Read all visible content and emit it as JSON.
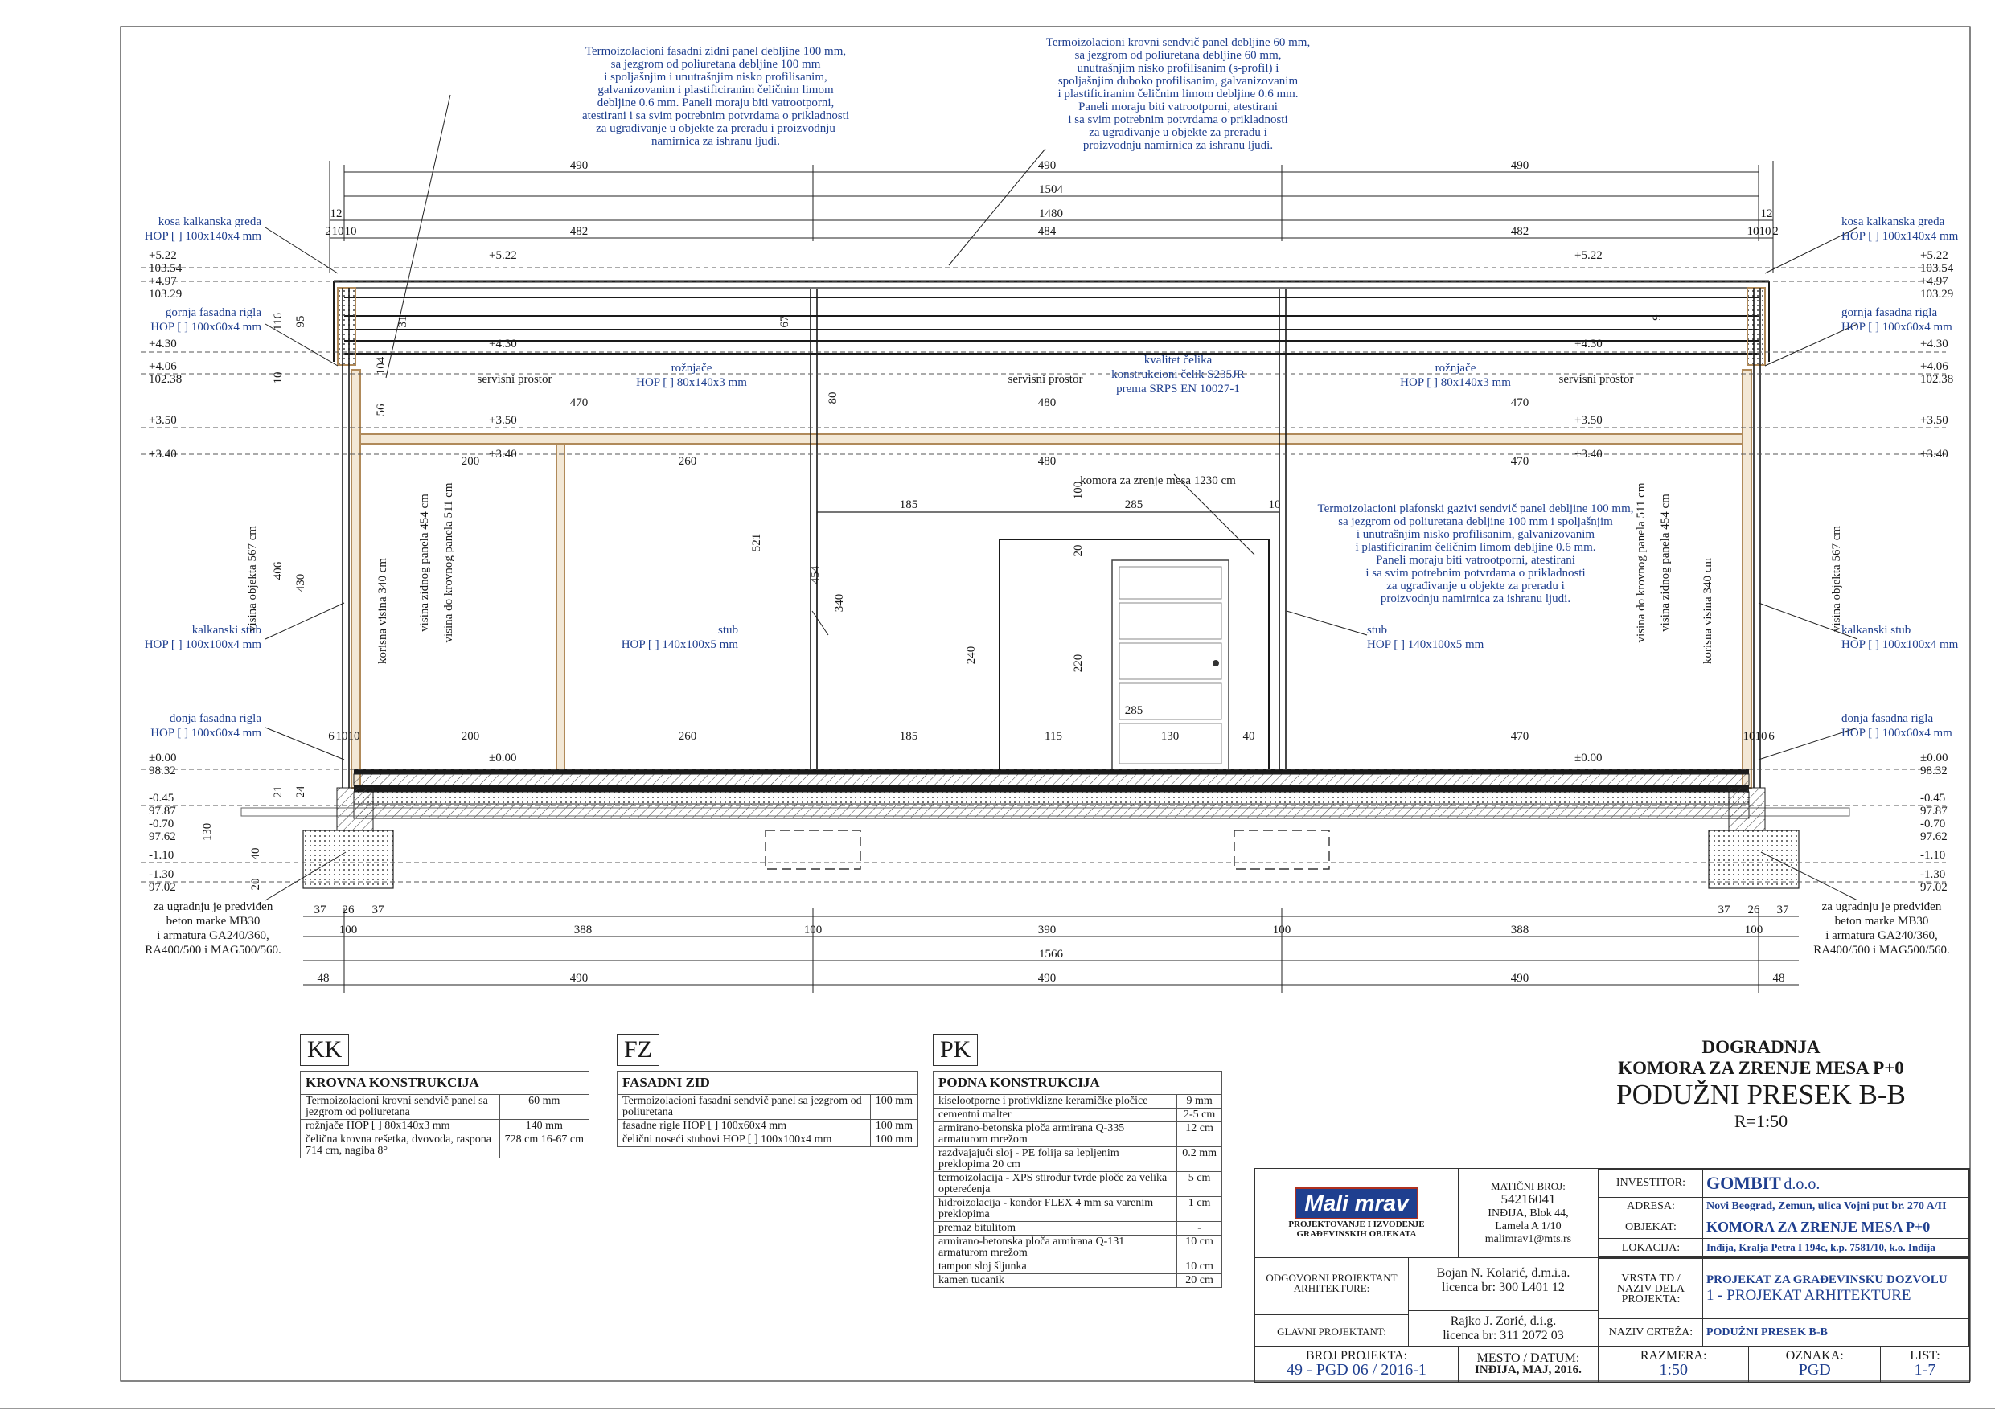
{
  "notes": {
    "wall_panel": [
      "Termoizolacioni fasadni zidni panel debljine 100 mm,",
      "sa jezgrom od poliuretana debljine 100 mm",
      "i spoljašnjim i unutrašnjim nisko profilisanim,",
      "galvanizovanim i plastificiranim čeličnim limom",
      "debljine 0.6 mm. Paneli moraju biti vatrootporni,",
      "atestirani i sa svim potrebnim potvrdama o prikladnosti",
      "za ugrađivanje u objekte za preradu i proizvodnju",
      "namirnica za ishranu ljudi."
    ],
    "roof_panel": [
      "Termoizolacioni krovni sendvič panel debljine 60 mm,",
      "sa jezgrom od poliuretana debljine 60 mm,",
      "unutrašnjim nisko profilisanim (s-profil) i",
      "spoljašnjim duboko profilisanim, galvanizovanim",
      "i plastificiranim čeličnim limom debljine 0.6 mm.",
      "Paneli moraju biti vatrootporni, atestirani",
      "i sa svim potrebnim potvrdama o prikladnosti",
      "za ugrađivanje u objekte za preradu i",
      "proizvodnju namirnica za ishranu ljudi."
    ],
    "ceiling_panel": [
      "Termoizolacioni plafonski gazivi sendvič panel debljine 100 mm,",
      "sa jezgrom od poliuretana debljine 100 mm i spoljašnjim",
      "i unutrašnjim nisko profilisanim, galvanizovanim",
      "i plastificiranim čeličnim limom debljine 0.6 mm.",
      "Paneli moraju biti vatrootporni, atestirani",
      "i sa svim potrebnim potvrdama o prikladnosti",
      "za ugrađivanje u objekte za preradu i",
      "proizvodnju namirnica za ishranu ljudi."
    ]
  },
  "labels": {
    "kosa_l1": "kosa kalkanska greda",
    "kosa_l2": "HOP [ ] 100x140x4 mm",
    "gornja_l1": "gornja fasadna rigla",
    "gornja_l2": "HOP [  ] 100x60x4 mm",
    "kalk_l1": "kalkanski stub",
    "kalk_l2": "HOP [ ] 100x100x4 mm",
    "donja_l1": "donja fasadna rigla",
    "donja_l2": "HOP [  ] 100x60x4 mm",
    "beton": [
      "za ugradnju je predviđen",
      "beton marke MB30",
      "i armatura GA240/360,",
      "RA400/500 i MAG500/560."
    ],
    "servisni": "servisni prostor",
    "roznjace_l1": "rožnjače",
    "roznjace_l2": "HOP [ ] 80x140x3 mm",
    "celik": [
      "kvalitet čelika",
      "konstrukcioni čelik S235JR",
      "prema SRPS EN 10027-1"
    ],
    "komora": "komora za zrenje mesa 1230 cm",
    "stub_l1": "stub",
    "stub_l2": "HOP [ ] 140x100x5 mm",
    "vis_objekta": "visina objekta 567 cm",
    "vis_zidnog": "visina zidnog panela 454 cm",
    "vis_krovnog": "visina do krovnog panela 511 cm",
    "korisna": "korisna visina 340 cm"
  },
  "levels": {
    "left_top": [
      "+5.22",
      "103.54",
      "+4.97",
      "103.29"
    ],
    "left_mid": [
      "+4.30",
      "+4.06",
      "102.38"
    ],
    "l350": "+3.50",
    "l340": "+3.40",
    "left_low": [
      "±0.00",
      "98.32"
    ],
    "left_base": [
      "-0.45",
      "97.87",
      "-0.70",
      "97.62"
    ],
    "left_foot": [
      "-1.10",
      "-1.30",
      "97.02"
    ],
    "inner": [
      "+5.22",
      "+4.30",
      "+3.50",
      "+3.40",
      "±0.00"
    ]
  },
  "dims": {
    "top_row1": [
      "490",
      "490",
      "490"
    ],
    "total_1504": "1504",
    "total_1480": "1480",
    "top_12": "12",
    "top_row3": [
      "482",
      "484",
      "482"
    ],
    "top_small": [
      "2",
      "10",
      "10",
      "10",
      "10",
      "2"
    ],
    "row_470": [
      "470",
      "480",
      "470"
    ],
    "row_200": [
      "200",
      "260",
      "480",
      "470"
    ],
    "row_185": [
      "185",
      "285",
      "10"
    ],
    "row_floor": [
      "200",
      "260",
      "185",
      "115",
      "130",
      "40",
      "470"
    ],
    "door_285": "285",
    "vert": [
      "116",
      "95",
      "31",
      "67",
      "9",
      "10",
      "104",
      "80",
      "56",
      "521",
      "454",
      "430",
      "406",
      "340",
      "240",
      "220",
      "100",
      "20",
      "21",
      "24",
      "130",
      "40",
      "20"
    ],
    "bottom_row1": [
      "37",
      "26",
      "37",
      "37",
      "26",
      "37"
    ],
    "bottom_row2": [
      "100",
      "388",
      "100",
      "390",
      "100",
      "388",
      "100"
    ],
    "bottom_total": "1566",
    "bottom_row3": [
      "48",
      "490",
      "490",
      "490",
      "48"
    ],
    "edge_small": [
      "6",
      "10",
      "10",
      "10",
      "10",
      "6"
    ]
  },
  "legend_kk": {
    "code": "KK",
    "title": "KROVNA KONSTRUKCIJA",
    "rows": [
      {
        "desc": "Termoizolacioni krovni sendvič panel sa jezgrom od poliuretana",
        "val": "60 mm"
      },
      {
        "desc": "rožnjače HOP [ ] 80x140x3 mm",
        "val": "140 mm"
      },
      {
        "desc": "čelična krovna rešetka, dvovoda, raspona 714 cm, nagiba 8°",
        "val": "728 cm 16-67 cm"
      }
    ]
  },
  "legend_fz": {
    "code": "FZ",
    "title": "FASADNI ZID",
    "rows": [
      {
        "desc": "Termoizolacioni fasadni sendvič panel sa jezgrom od poliuretana",
        "val": "100 mm"
      },
      {
        "desc": "fasadne rigle HOP [ ] 100x60x4 mm",
        "val": "100 mm"
      },
      {
        "desc": "čelični noseći stubovi HOP [ ] 100x100x4 mm",
        "val": "100 mm"
      }
    ]
  },
  "legend_pk": {
    "code": "PK",
    "title": "PODNA KONSTRUKCIJA",
    "rows": [
      {
        "desc": "kiselootporne i protivklizne keramičke pločice",
        "val": "9 mm"
      },
      {
        "desc": "cementni malter",
        "val": "2-5 cm"
      },
      {
        "desc": "armirano-betonska ploča armirana Q-335 armaturom mrežom",
        "val": "12 cm"
      },
      {
        "desc": "razdvajajući sloj - PE folija sa lepljenim preklopima 20 cm",
        "val": "0.2 mm"
      },
      {
        "desc": "termoizolacija - XPS stirodur tvrde ploče za velika opterećenja",
        "val": "5 cm"
      },
      {
        "desc": "hidroizolacija - kondor FLEX 4 mm sa varenim preklopima",
        "val": "1 cm"
      },
      {
        "desc": "premaz bitulitom",
        "val": "-"
      },
      {
        "desc": "armirano-betonska ploča armirana Q-131 armaturom mrežom",
        "val": "10 cm"
      },
      {
        "desc": "tampon sloj šljunka",
        "val": "10 cm"
      },
      {
        "desc": "kamen tucanik",
        "val": "20 cm"
      }
    ]
  },
  "drawing_title": {
    "l1": "DOGRADNJA",
    "l2": "KOMORA ZA ZRENJE MESA P+0",
    "l3": "PODUŽNI PRESEK B-B",
    "l4": "R=1:50"
  },
  "titleblock": {
    "logo": "Mali mrav",
    "company_l1": "PROJEKTOVANJE I IZVOĐENJE",
    "company_l2": "GRAĐEVINSKIH OBJEKATA",
    "mb_label": "MATIČNI BROJ:",
    "mb": "54216041",
    "addr_l1": "INĐIJA, Blok 44,",
    "addr_l2": "Lamela A 1/10",
    "email": "malimrav1@mts.rs",
    "odg_label": "ODGOVORNI PROJEKTANT ARHITEKTURE:",
    "odg_name": "Bojan N. Kolarić, d.m.i.a.",
    "odg_lic": "licenca br: 300 L401 12",
    "glavni_label": "GLAVNI PROJEKTANT:",
    "glavni_name": "Rajko J. Zorić, d.i.g.",
    "glavni_lic": "licenca br: 311 2072 03",
    "investitor_label": "INVESTITOR:",
    "investitor": "GOMBIT",
    "investitor_suffix": "d.o.o.",
    "adresa_label": "ADRESA:",
    "adresa": "Novi Beograd, Zemun, ulica Vojni put br. 270 A/II",
    "objekat_label": "OBJEKAT:",
    "objekat": "KOMORA ZA ZRENJE MESA P+0",
    "lokacija_label": "LOKACIJA:",
    "lokacija": "Inđija, Kralja Petra I 194c, k.p. 7581/10, k.o. Inđija",
    "vrsta_label": "VRSTA TD / NAZIV DELA PROJEKTA:",
    "vrsta_l1": "PROJEKAT ZA GRAĐEVINSKU DOZVOLU",
    "vrsta_l2": "1 - PROJEKAT ARHITEKTURE",
    "crtez_label": "NAZIV CRTEŽA:",
    "crtez": "PODUŽNI PRESEK B-B",
    "broj_label": "BROJ PROJEKTA:",
    "broj": "49 - PGD 06 / 2016-1",
    "mesto_label": "MESTO / DATUM:",
    "mesto": "INĐIJA, MAJ, 2016.",
    "razmera_label": "RAZMERA:",
    "razmera": "1:50",
    "oznaka_label": "OZNAKA:",
    "oznaka": "PGD",
    "list_label": "LIST:",
    "list": "1-7"
  },
  "colors": {
    "accent": "#1f3f8f",
    "wood": "#b08a5a",
    "line": "#1a1a1a"
  }
}
